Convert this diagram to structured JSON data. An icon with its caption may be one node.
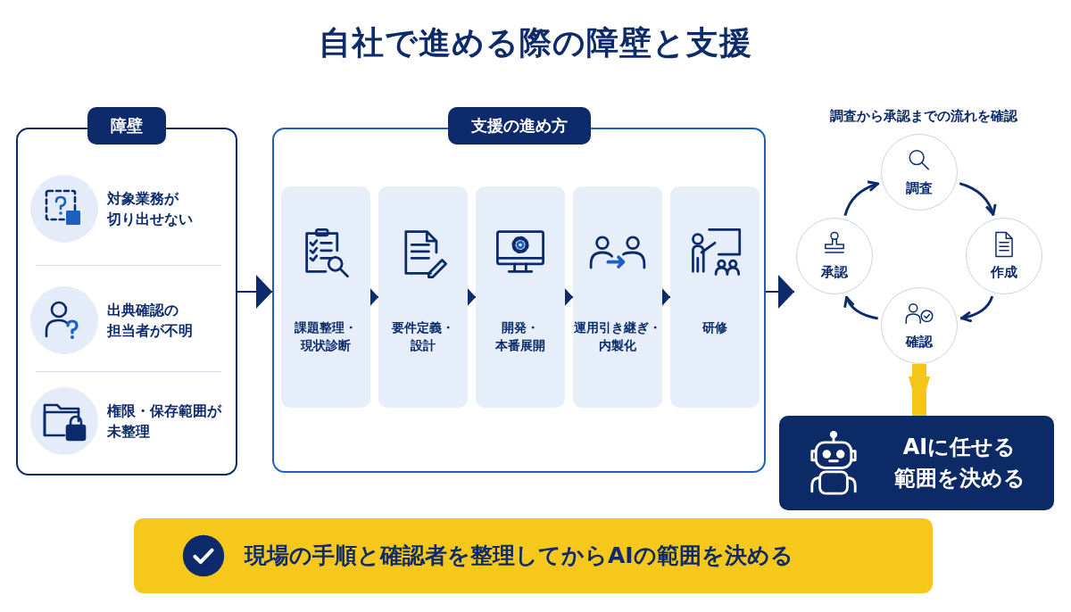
{
  "diagram": {
    "title": "自社で進める際の障壁と支援",
    "nodes": [
      {
        "text": [
          "障壁"
        ]
      },
      {
        "text": [
          "対象業務が切り出せない"
        ],
        "in": 0
      },
      {
        "text": [
          "出典確認の担当者が不明"
        ],
        "in": 0
      },
      {
        "text": [
          "権限・保存範囲が未整理"
        ],
        "in": 0
      },
      {
        "text": [
          "支援の進め方"
        ]
      },
      {
        "text": [
          "課題整理・現状診断"
        ],
        "in": 4
      },
      {
        "text": [
          "要件定義・設計"
        ],
        "in": 4
      },
      {
        "text": [
          "開発・本番展開"
        ],
        "in": 4
      },
      {
        "text": [
          "運用引き継ぎ・内製化"
        ],
        "in": 4
      },
      {
        "text": [
          "研修"
        ],
        "in": 4
      },
      {
        "text": [
          "調査から承認までの流れを確認"
        ]
      },
      {
        "text": [
          "調査"
        ],
        "in": 10
      },
      {
        "text": [
          "作成"
        ],
        "in": 10
      },
      {
        "text": [
          "確認"
        ],
        "in": 10
      },
      {
        "text": [
          "承認"
        ],
        "in": 10
      },
      {
        "text": [
          "AIに任せる範囲を決める"
        ]
      },
      {
        "text": [
          "現場の手順と確認者を整理してからAIの範囲を決める"
        ]
      }
    ],
    "edges": [
      {
        "from": 0,
        "to": 4,
        "arrow": "to"
      },
      {
        "from": 4,
        "to": 10,
        "arrow": "to"
      },
      {
        "from": 5,
        "to": 6,
        "arrow": "to"
      },
      {
        "from": 6,
        "to": 7,
        "arrow": "to"
      },
      {
        "from": 7,
        "to": 8,
        "arrow": "to"
      },
      {
        "from": 8,
        "to": 9,
        "arrow": "to"
      },
      {
        "from": 11,
        "to": 12,
        "arrow": "to"
      },
      {
        "from": 12,
        "to": 13,
        "arrow": "to"
      },
      {
        "from": 13,
        "to": 14,
        "arrow": "to"
      },
      {
        "from": 14,
        "to": 11,
        "arrow": "to"
      },
      {
        "from": 13,
        "to": 15,
        "arrow": "to",
        "style": "thick",
        "color": "#f5c518"
      }
    ]
  }
}
